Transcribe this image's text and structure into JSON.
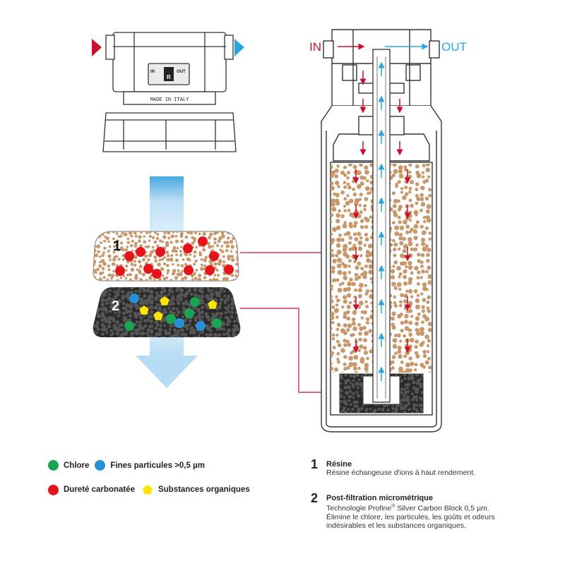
{
  "flow": {
    "in_label": "IN",
    "out_label": "OUT"
  },
  "head": {
    "made_in": "MADE IN ITALY",
    "badge_in": "IN",
    "badge_out": "OUT",
    "badge_logo": "R"
  },
  "layers": {
    "one": "1",
    "two": "2"
  },
  "legend": {
    "chlorine": "Chlore",
    "particles": "Fines particules >0,5 µm",
    "hardness": "Dureté carbonatée",
    "organics": "Substances organiques"
  },
  "notes": [
    {
      "number": "1",
      "title": "Résine",
      "lines": [
        "Résine échangeuse d'ions à haut rendement."
      ]
    },
    {
      "number": "2",
      "title": "Post-filtration micrométrique",
      "line1_pre": "Technologie Profine",
      "line1_sup": "®",
      "line1_post": " Silver Carbon Block 0,5 µm.",
      "lines": [
        "Élimine le chlore, les particules, les goûts et odeurs",
        "indésirables et les substances organiques."
      ]
    }
  ],
  "colors": {
    "in_arrow": "#c8102e",
    "out_arrow": "#2aa6e0",
    "resin": "#c8986a",
    "chlorine": "#1aa552",
    "particles": "#2b8fd6",
    "hardness": "#e5141c",
    "organics": "#ffe600",
    "carbon": "#2a2a2a"
  },
  "icons": [
    "inlet-arrow-icon",
    "outlet-arrow-icon",
    "water-flow-arrow-icon"
  ]
}
